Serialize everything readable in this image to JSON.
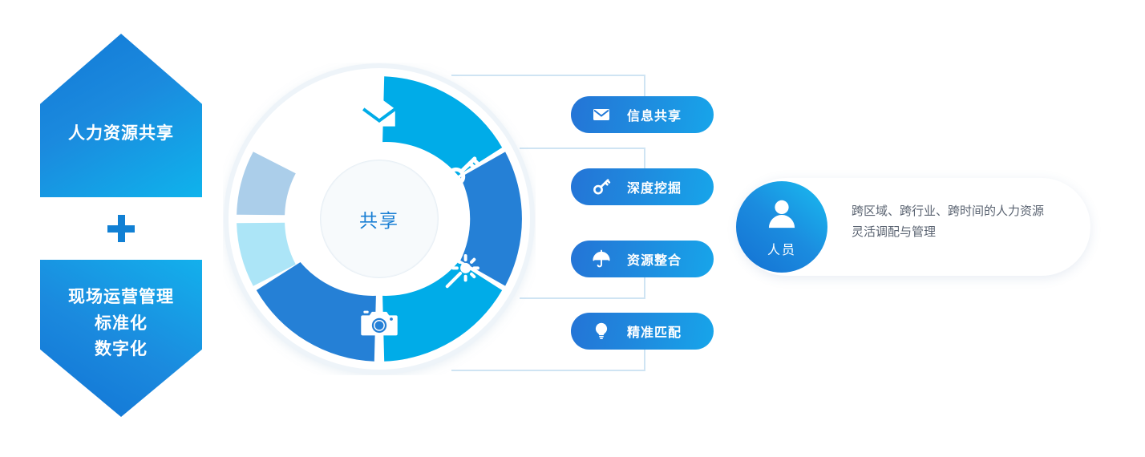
{
  "left_group": {
    "top_block": {
      "label": "人力资源共享",
      "shape": "pentagon-up",
      "color_start": "#1279d6",
      "color_end": "#0fb3ec"
    },
    "separator": {
      "icon": "plus-icon",
      "color": "#1180d4"
    },
    "bottom_block": {
      "lines": [
        "现场运营管理",
        "标准化",
        "数字化"
      ],
      "shape": "pentagon-down",
      "color_start": "#1172d4",
      "color_end": "#13b0ec"
    }
  },
  "donut": {
    "center_label": "共享",
    "center_text_color": "#1a7fd4",
    "segments": [
      {
        "name": "envelope-segment",
        "icon": "envelope-icon",
        "color": "#00ACE8",
        "active": true
      },
      {
        "name": "key-segment",
        "icon": "key-icon",
        "color": "#2580D6",
        "active": true
      },
      {
        "name": "magic-wand-segment",
        "icon": "magic-wand-icon",
        "color": "#00ACE8",
        "active": true
      },
      {
        "name": "camera-segment",
        "icon": "camera-icon",
        "color": "#2580D6",
        "active": true
      },
      {
        "name": "pale-cyan-segment",
        "icon": "",
        "color": "#ACE5F7",
        "active": false
      },
      {
        "name": "pale-blue-segment",
        "icon": "",
        "color": "#ABCEEA",
        "active": false
      }
    ]
  },
  "pills": [
    {
      "icon": "envelope-icon",
      "label": "信息共享"
    },
    {
      "icon": "key-icon",
      "label": "深度挖掘"
    },
    {
      "icon": "umbrella-icon",
      "label": "资源整合"
    },
    {
      "icon": "lightbulb-icon",
      "label": "精准匹配"
    }
  ],
  "right_card": {
    "badge": {
      "icon": "person-icon",
      "label": "人员",
      "color_start": "#1470d2",
      "color_end": "#19bdf0"
    },
    "description_lines": [
      "跨区域、跨行业、跨时间的人力资源",
      "灵活调配与管理"
    ]
  },
  "connector_color": "#cfe4f3"
}
